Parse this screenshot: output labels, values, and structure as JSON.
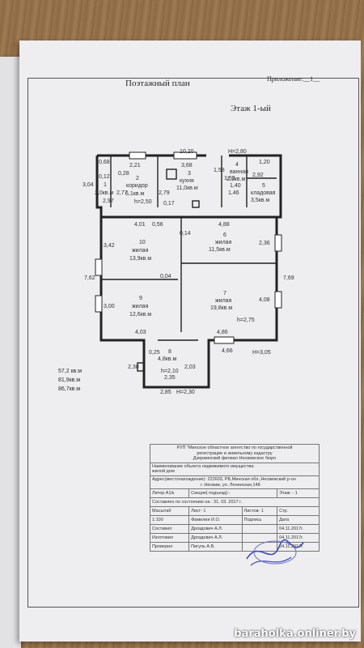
{
  "header": {
    "appendix": "Приложение:__1__",
    "title": "Поэтажный план",
    "floor": "Этаж 1-ый"
  },
  "dimensions": {
    "top_total": "10,20",
    "h_top": "H=2,80",
    "room1_w": "0,68",
    "room1_w2": "0,12",
    "left_top": "3,04",
    "room2_w": "2,21",
    "room2_side": "0,28",
    "room2_side2": "2,77",
    "room3_w": "3,68",
    "room3_side": "2,79",
    "room3_small": "0,17",
    "room4_side": "1,58",
    "room4_side2": "1,53",
    "room4_w": "1,40",
    "room5_w": "1,20",
    "room5_side": "2,92",
    "room5_bottom": "1,46",
    "left_mid": "2,97",
    "h_corr": "h=2,50",
    "r10_top": "4,01",
    "r10_small": "0,56",
    "r6_small": "0,14",
    "r6_top": "4,88",
    "r10_left": "3,42",
    "r6_right": "2,36",
    "left_total": "7,62",
    "right_total": "7,69",
    "r9_left": "3,00",
    "r7_right": "4,08",
    "r_mid": "0,04",
    "h_r7": "h=2,75",
    "r9_bottom": "4,03",
    "r7_bottom": "4,86",
    "bottom_right": "4,66",
    "h_bottom": "H=3,05",
    "r8_small": "0,25",
    "r8_left": "2,30",
    "r8_right": "2,03",
    "h_r8": "h=2,10",
    "r8_bottom": "2,35",
    "r8_bottom2": "2,85",
    "h_r8b": "H=2,30"
  },
  "rooms": [
    {
      "num": "1",
      "area": "2,0кв.м"
    },
    {
      "num": "2",
      "name": "коридор",
      "area": "6,1кв.м"
    },
    {
      "num": "3",
      "name": "кухня",
      "area": "11,0кв.м"
    },
    {
      "num": "4",
      "name": "ванная",
      "area": "2,1кв.м"
    },
    {
      "num": "5",
      "name": "кладовая",
      "area": "3,5кв.м"
    },
    {
      "num": "6",
      "name": "жилая",
      "area": "11,5кв.м"
    },
    {
      "num": "7",
      "name": "жилая",
      "area": "19,8кв.м"
    },
    {
      "num": "8",
      "area": "4,8кв.м"
    },
    {
      "num": "9",
      "name": "жилая",
      "area": "12,6кв.м"
    },
    {
      "num": "10",
      "name": "жилая",
      "area": "13,9кв.м"
    }
  ],
  "totals": [
    "57,2 кв.м",
    "81,9кв.м",
    "86,7кв.м"
  ],
  "title_block": {
    "org1": "РУП \"Минское областное агентство по государственной",
    "org2": "регистрации и земельному кадастру",
    "org3": "Дзержинский филиал    Несвижское бюро",
    "object_label": "Наименование объекта недвижимого имущества:",
    "object": "жилой дом",
    "address_label": "Адрес(местонахождение):",
    "address1": "222603, РБ,Минская обл.,Несвижский р-он",
    "address2": "г. Несвиж, ул. Ленинская,148",
    "litera": "Литер А1/к",
    "section": "Секция( подъезд):-",
    "floor": "Этаж: - 1",
    "state": "Составлен по состоянию на : 31. 03. 2017 г.",
    "scale_h": "Масштаб",
    "sheet_h": "Лист- 1",
    "sheets_h": "Листов- 1",
    "page_h": "Стр.",
    "scale": "1:100",
    "surname_h": "Фамилия И.О.",
    "sign_h": "Подпись",
    "date_h": "Дата",
    "composed_h": "Составил",
    "composed": "Дроздович А.Л.",
    "composed_date": "04.11.2017г.",
    "made_h": "Изготовил",
    "made": "Дроздович А.Л.",
    "made_date": "04.11.2017г.",
    "checked_h": "Проверил",
    "checked": "Пигуль А.В.",
    "checked_date": "04.11.2017г."
  },
  "watermark": "baraholka.onliner.by"
}
